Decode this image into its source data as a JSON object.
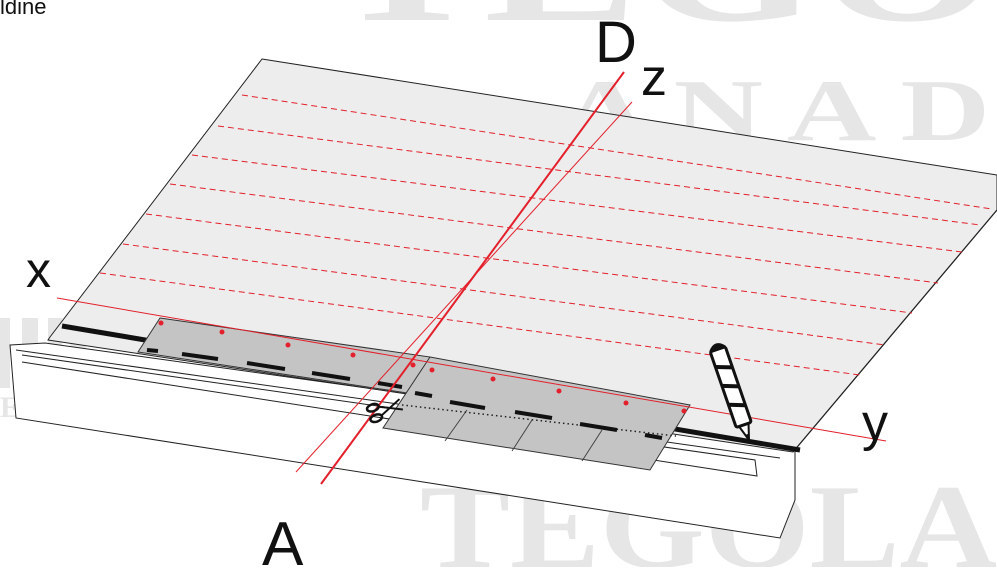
{
  "corner_text": "ldine",
  "watermark": {
    "lines": [
      "TEGO",
      "A N A D",
      "TEGOLA",
      "E S E"
    ],
    "color": "#e6e6e6"
  },
  "labels": {
    "d": "D",
    "z": "z",
    "x": "x",
    "y": "y",
    "a": "A"
  },
  "colors": {
    "guide_line": "#e3202b",
    "sheet_fill": "#ededed",
    "shingle_fill": "#c4c4c4",
    "outline": "#222222",
    "background": "#ffffff"
  },
  "icons": [
    "scissors-icon",
    "pencil-icon"
  ]
}
